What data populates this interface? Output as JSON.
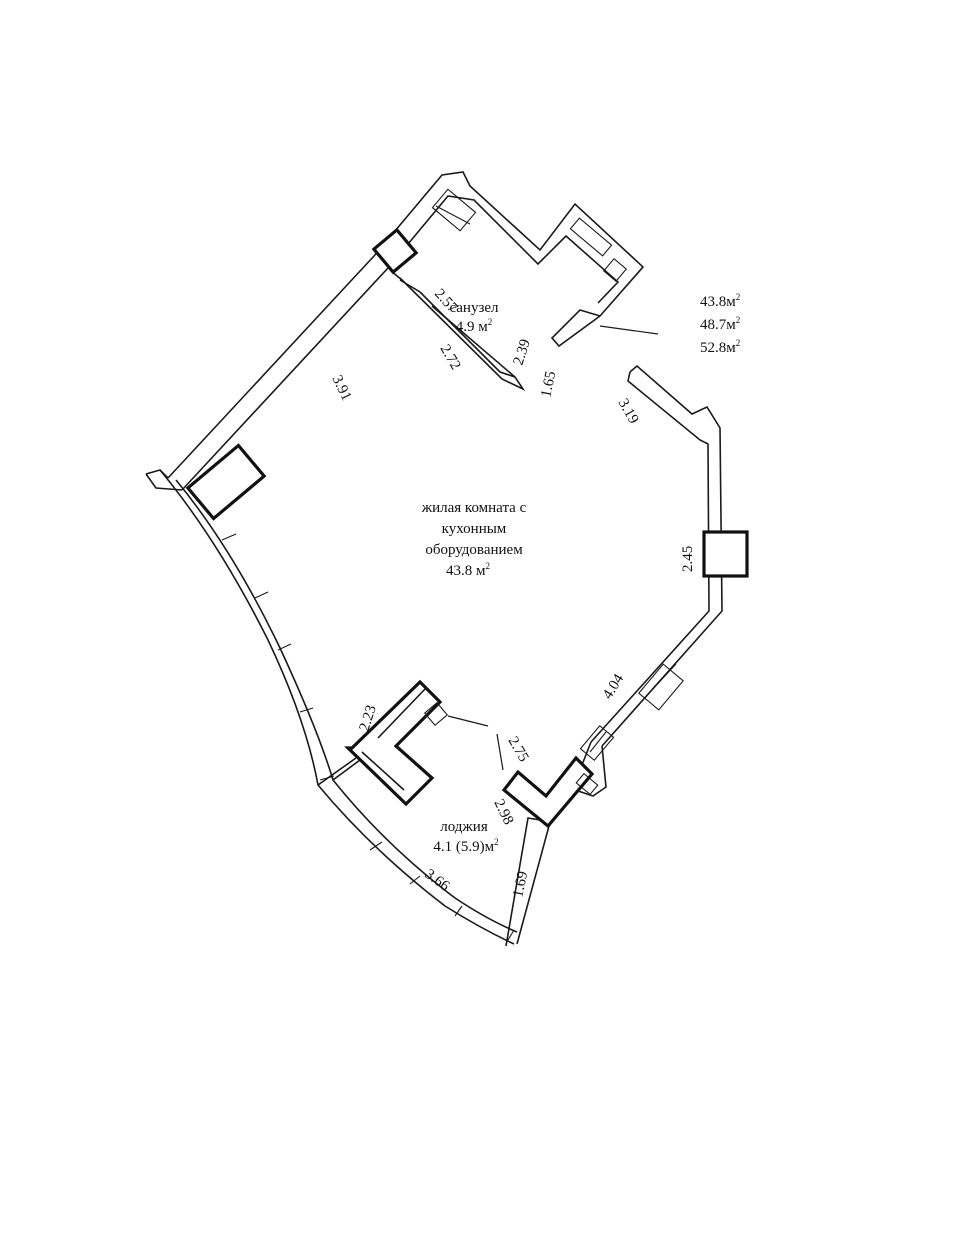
{
  "rooms": {
    "bathroom": {
      "name": "санузел",
      "area": "4.9 м",
      "area_sup": "2"
    },
    "living": {
      "line1": "жилая комната с",
      "line2": "кухонным",
      "line3": "оборудованием",
      "area": "43.8 м",
      "area_sup": "2"
    },
    "loggia": {
      "name": "лоджия",
      "area": "4.1 (5.9)м",
      "area_sup": "2"
    }
  },
  "totals": [
    {
      "value": "43.8м",
      "sup": "2"
    },
    {
      "value": "48.7м",
      "sup": "2"
    },
    {
      "value": "52.8м",
      "sup": "2"
    }
  ],
  "dimensions": {
    "d_2_57": "2.57",
    "d_2_39": "2.39",
    "d_2_72": "2.72",
    "d_1_65": "1.65",
    "d_3_91": "3.91",
    "d_3_19": "3.19",
    "d_2_45": "2.45",
    "d_4_04": "4.04",
    "d_2_23": "2.23",
    "d_2_75": "2.75",
    "d_2_98": "2.98",
    "d_3_66": "3.66",
    "d_1_69": "1.69"
  }
}
